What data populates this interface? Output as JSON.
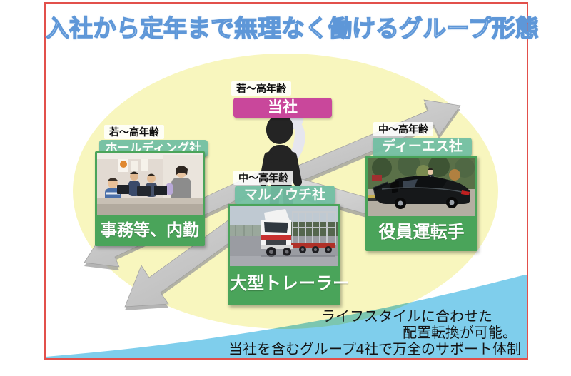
{
  "slide_title": "入社から定年まで無理なく働けるグループ形態",
  "center_top": {
    "age_range": "若〜高年齢",
    "company": "当社"
  },
  "left_group": {
    "age_range": "若〜高年齢",
    "company": "ホールディング社",
    "job": "事務等、内勤"
  },
  "middle_group": {
    "age_range": "中〜高年齢",
    "company": "マルノウチ社",
    "job": "大型トレーラー"
  },
  "right_group": {
    "age_range": "中〜高年齢",
    "company": "ディーエス社",
    "job": "役員運転手"
  },
  "footer_note": {
    "lines": [
      "ライフスタイルに合わせた",
      "配置転換が可能。",
      "当社を含むグループ4社で万全のサポート体制"
    ]
  },
  "colors": {
    "border-red": "#E2504B",
    "title-fill": "#EAF2FC",
    "title-stroke": "#5E97D8",
    "ellipse-yellow": "#F8F6BE",
    "wedge-blue": "#7FCEEC",
    "label-teal": "#72BFA3",
    "box-magenta": "#C9479B",
    "card-green": "#4AA45A",
    "arrow-gray": "#C9C9C9",
    "arrow-edge": "#9E9E9E",
    "figure-black": "#242424"
  }
}
